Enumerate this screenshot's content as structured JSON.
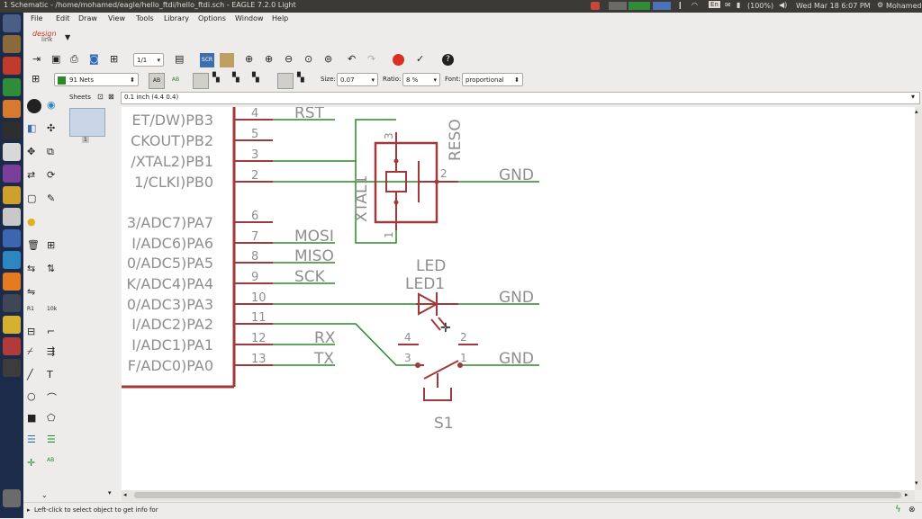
{
  "window": {
    "title": "1 Schematic - /home/mohamed/eagle/hello_ftdi/hello_ftdi.sch - EAGLE 7.2.0 Light"
  },
  "systray": {
    "lang": "En",
    "battery": "(100%)",
    "datetime": "Wed Mar 18  6:07 PM",
    "user": "Mohamed"
  },
  "menu": [
    "File",
    "Edit",
    "Draw",
    "View",
    "Tools",
    "Library",
    "Options",
    "Window",
    "Help"
  ],
  "logo": {
    "line1": "design",
    "line2": "link"
  },
  "toolbar": {
    "sheet": "1/1"
  },
  "toolbar2": {
    "layer": "91 Nets",
    "size_label": "Size:",
    "size_value": "0.07",
    "ratio_label": "Ratio:",
    "ratio_value": "8 %",
    "font_label": "Font:",
    "font_value": "proportional"
  },
  "coord": "0.1 inch (4.4 0.4)",
  "sheets": {
    "header": "Sheets",
    "page": "1"
  },
  "status": "Left-click to select object to get info for",
  "colors": {
    "component": "#a03a3a",
    "net": "#2a8a2a",
    "text": "#8e8e8e",
    "accent": "#3d6fb0"
  },
  "schematic": {
    "pin_labels": [
      "ET/DW)PB3",
      "CKOUT)PB2",
      "/XTAL2)PB1",
      "1/CLKI)PB0",
      "3/ADC7)PA7",
      "I/ADC6)PA6",
      "0/ADC5)PA5",
      "K/ADC4)PA4",
      "0/ADC3)PA3",
      "I/ADC2)PA2",
      "I/ADC1)PA1",
      "F/ADC0)PA0"
    ],
    "pin_numbers": [
      "4",
      "5",
      "3",
      "2",
      "6",
      "7",
      "8",
      "9",
      "10",
      "11",
      "12",
      "13"
    ],
    "net_labels": {
      "rst": "RST",
      "mosi": "MOSI",
      "miso": "MISO",
      "sck": "SCK",
      "rx": "RX",
      "tx": "TX"
    },
    "reso": {
      "name": "RESO",
      "value": "XTAL1",
      "pin3": "3",
      "pin2": "2",
      "pin1": "1"
    },
    "led": {
      "value": "LED",
      "name": "LED1"
    },
    "switch": {
      "name": "S1",
      "pin4": "4",
      "pin2": "2",
      "pin3": "3",
      "pin1": "1"
    },
    "gnd": "GND"
  }
}
